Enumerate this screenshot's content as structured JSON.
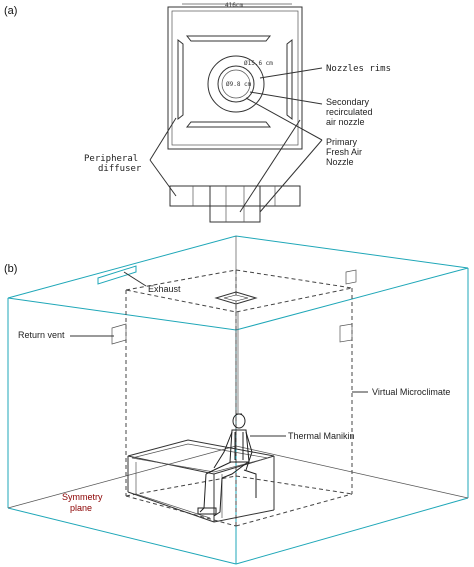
{
  "panel_a": {
    "label": "(a)",
    "width_dim": "416cm",
    "outer_diam": "Ø15.6 cm",
    "inner_diam": "Ø9.8 cm",
    "labels": {
      "nozzles_rims": "Nozzles rims",
      "secondary_1": "Secondary",
      "secondary_2": "recirculated",
      "secondary_3": "air nozzle",
      "primary_1": "Primary",
      "primary_2": "Fresh Air",
      "primary_3": "Nozzle",
      "peripheral_1": "Peripheral",
      "peripheral_2": "diffuser"
    }
  },
  "panel_b": {
    "label": "(b)",
    "labels": {
      "exhaust": "Exhaust",
      "return_vent": "Return vent",
      "virtual_microclimate": "Virtual Microclimate",
      "thermal_manikin": "Thermal Manikin",
      "symmetry_1": "Symmetry",
      "symmetry_2": "plane"
    },
    "colors": {
      "accent": "#1fa7b8",
      "symmetry_text": "#8b0000"
    }
  }
}
